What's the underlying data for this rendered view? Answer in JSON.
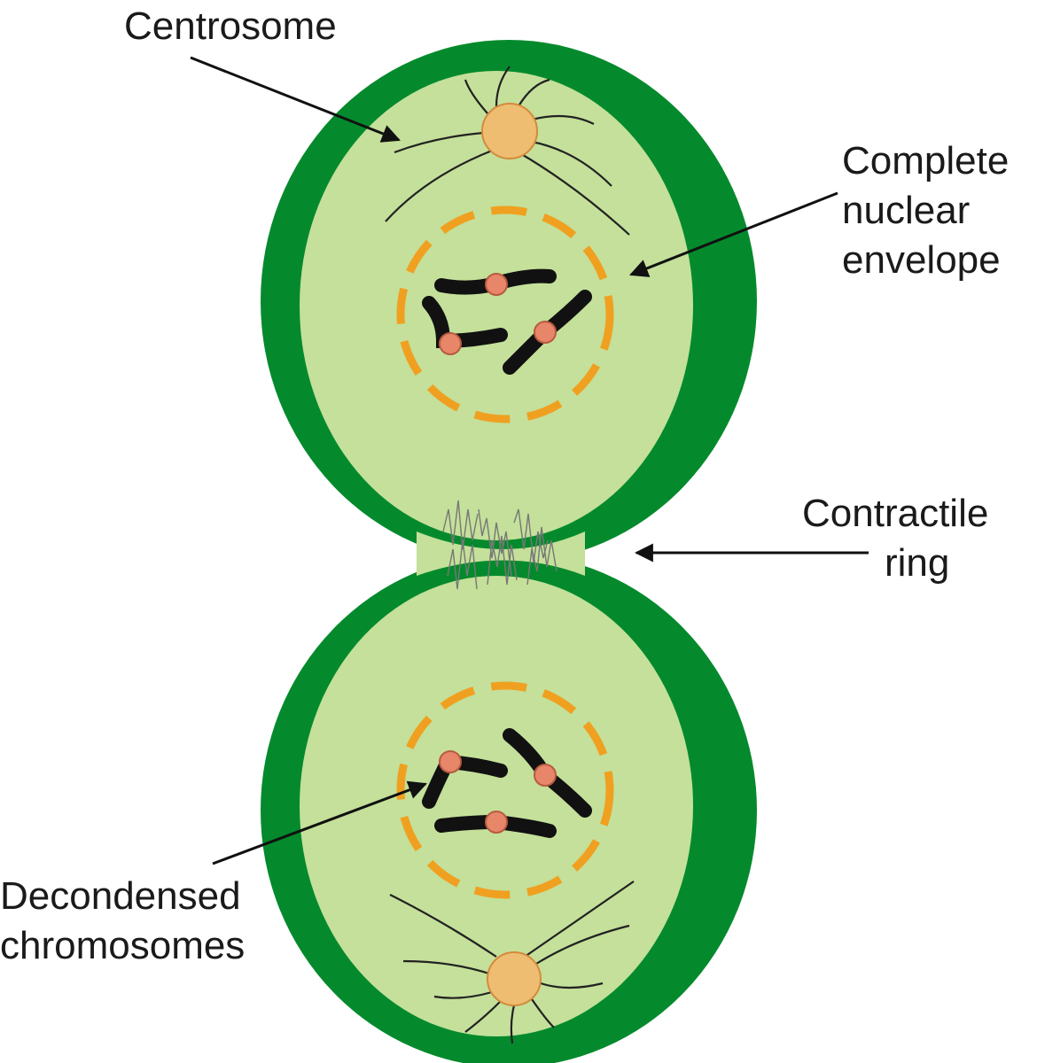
{
  "labels": {
    "centrosome": "Centrosome",
    "nuclear_envelope": [
      "Complete",
      "nuclear",
      "envelope"
    ],
    "contractile_ring": [
      "Contractile",
      "ring"
    ],
    "chromosomes": [
      "Decondensed",
      "chromosomes"
    ]
  },
  "colors": {
    "cell_wall": "#048a2c",
    "cytoplasm": "#c4e09a",
    "centrosome": "#eebd72",
    "nuclear_envelope": "#f0a020",
    "chromosome": "#111111",
    "centromere": "#e8866a"
  }
}
